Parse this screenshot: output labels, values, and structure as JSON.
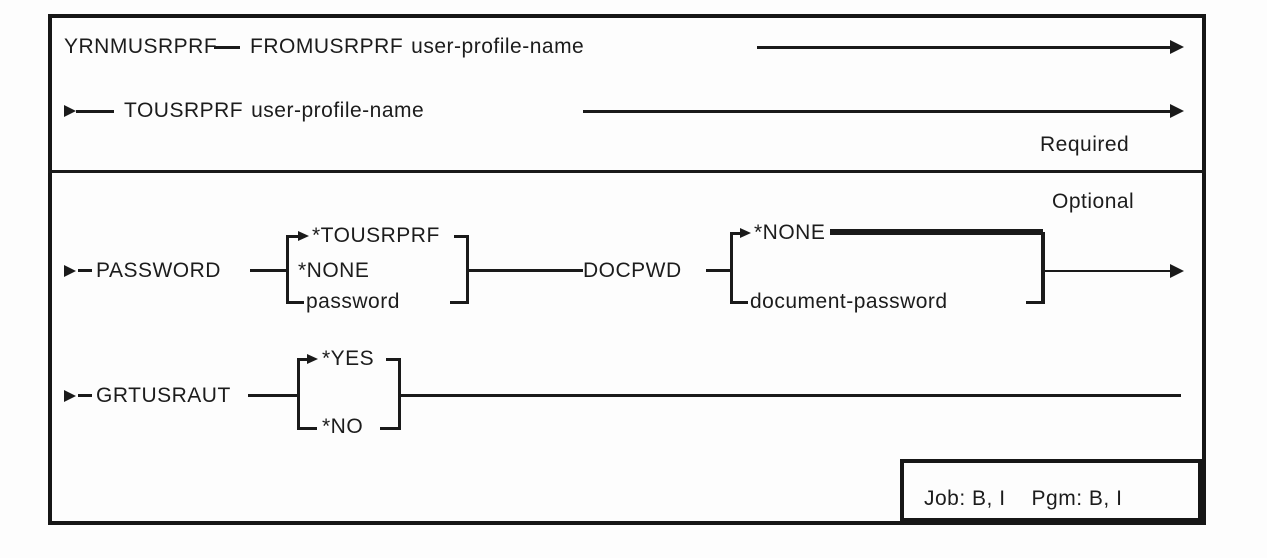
{
  "diagram": {
    "command": "YRNMUSRPRF",
    "required": {
      "label": "Required",
      "fromusrprf": {
        "keyword": "FROMUSRPRF",
        "operand": "user-profile-name"
      },
      "tousrprf": {
        "keyword": "TOUSRPRF",
        "operand": "user-profile-name"
      }
    },
    "optional": {
      "label": "Optional",
      "password": {
        "keyword": "PASSWORD",
        "choices": [
          "*TOUSRPRF",
          "*NONE",
          "password"
        ]
      },
      "docpwd": {
        "keyword": "DOCPWD",
        "choices": [
          "*NONE",
          "document-password"
        ]
      },
      "grtusraut": {
        "keyword": "GRTUSRAUT",
        "choices": [
          "*YES",
          "*NO"
        ]
      }
    },
    "environment": {
      "job": "Job: B, I",
      "pgm": "Pgm: B, I"
    }
  },
  "colors": {
    "line": "#1a1a1a",
    "background": "#ffffff"
  }
}
